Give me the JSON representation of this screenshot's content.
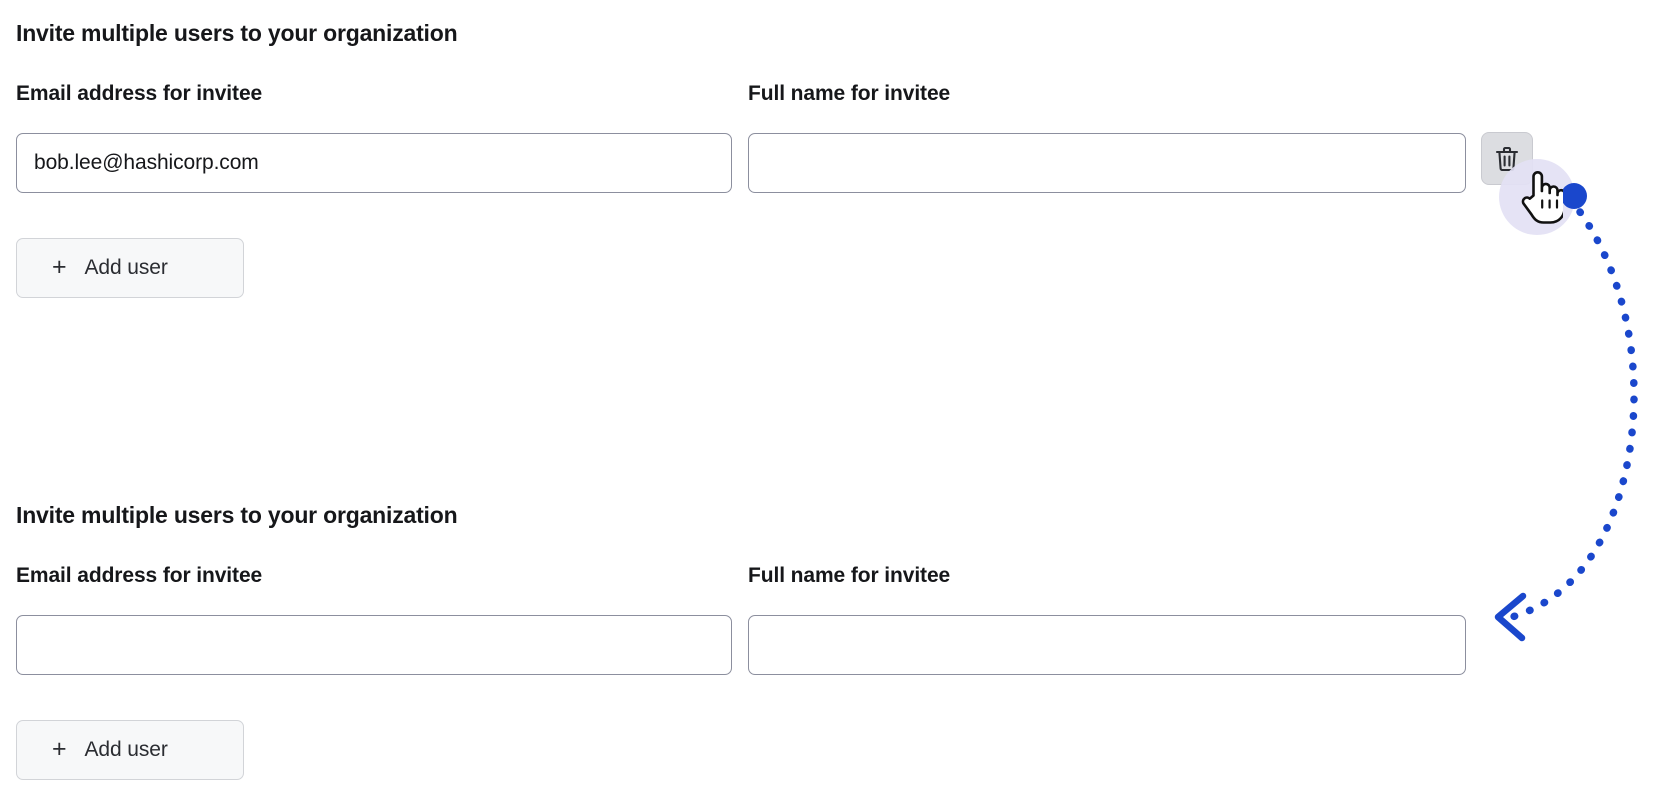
{
  "sections": [
    {
      "title": "Invite multiple users to your organization",
      "email_label": "Email address for invitee",
      "name_label": "Full name for invitee",
      "email_value": "bob.lee@hashicorp.com",
      "email_placeholder": "",
      "name_value": "",
      "name_placeholder": "",
      "add_user_label": "Add user",
      "add_user_plus": "+",
      "delete_icon": "trash-icon",
      "has_delete_button": true
    },
    {
      "title": "Invite multiple users to your organization",
      "email_label": "Email address for invitee",
      "name_label": "Full name for invitee",
      "email_value": "",
      "email_placeholder": "",
      "name_value": "",
      "name_placeholder": "",
      "add_user_label": "Add user",
      "add_user_plus": "+",
      "delete_icon": "trash-icon",
      "has_delete_button": false
    }
  ],
  "annotation": {
    "cursor_icon": "pointing-hand-cursor",
    "click_marker_icon": "click-dot-marker",
    "arrow_icon": "curved-dotted-arrow",
    "accent_color": "#1a47cc",
    "halo_color": "#e3e1f4"
  },
  "colors": {
    "page_background": "#ffffff",
    "text": "#16171a",
    "input_border": "#8c8f9e",
    "button_background": "#f7f8f9",
    "button_border": "#d2d4d8",
    "delete_button_background": "#dcdde1",
    "accent_blue": "#1a47cc"
  }
}
